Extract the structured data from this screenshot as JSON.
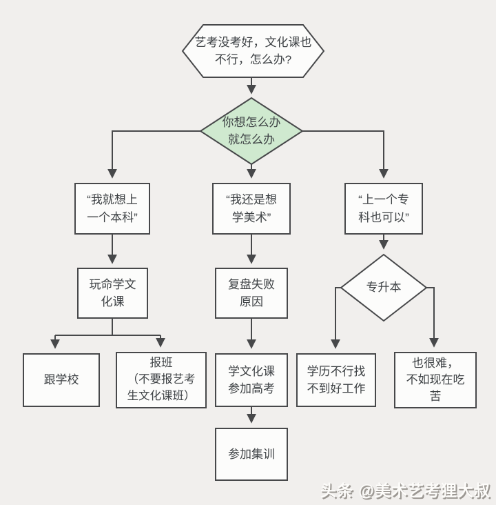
{
  "flowchart": {
    "start": "艺考没考好，文化课也\n不行，怎么办?",
    "decision": "你想怎么办\n就怎么办",
    "branch_benke": "“我就想上\n一个本科”",
    "branch_meishu": "“我还是想\n学美术”",
    "branch_zhuanke": "“上一个专\n科也可以”",
    "study_culture": "玩命学文\n化课",
    "review_failure": "复盘失败\n原因",
    "zhuanshengben": "专升本",
    "follow_school": "跟学校",
    "sign_up_class": "报班\n（不要报艺考\n生文化课班）",
    "culture_gaokao": "学文化课\n参加高考",
    "no_degree_no_job": "学历不行找\n不到好工作",
    "also_hard": "也很难，\n不如现在吃\n苦",
    "join_training": "参加集训"
  },
  "watermark": "头条 @美术艺考狸大叔",
  "colors": {
    "background": "#f1efed",
    "node_fill": "#fcfcfb",
    "decision_fill": "#cfe9cf",
    "stroke": "#47484a",
    "text": "#3d4144"
  }
}
